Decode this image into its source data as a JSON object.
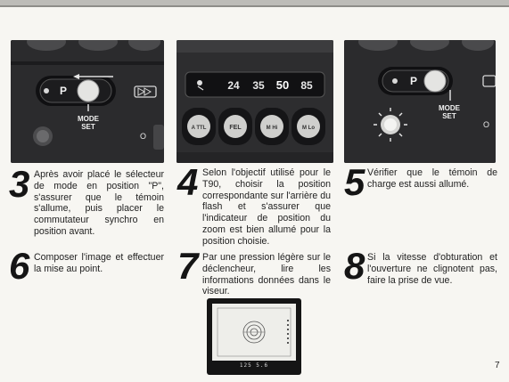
{
  "photos": {
    "p1": {
      "mode_letter": "P",
      "mode_label_1": "MODE",
      "mode_label_2": "SET",
      "lamp_letter": "O"
    },
    "p2": {
      "focal_lengths": [
        "24",
        "35",
        "50",
        "85"
      ],
      "buttons": [
        "A TTL",
        "FEL",
        "M Hi",
        "M Lo"
      ]
    },
    "p3": {
      "mode_letter": "P",
      "mode_label_1": "MODE",
      "mode_label_2": "SET",
      "lamp_letter": "O"
    }
  },
  "steps": [
    {
      "number": "3",
      "text": "Après avoir placé le sélecteur de mode en position \"P\", s'assurer que le témoin s'allume, puis placer le commutateur synchro en position avant."
    },
    {
      "number": "4",
      "text": "Selon l'objectif utilisé pour le T90, choisir la position correspondante sur l'arrière du flash et s'assurer que l'indicateur de position du zoom est bien allumé pour la position choisie."
    },
    {
      "number": "5",
      "text": "Vérifier que le témoin de charge est aussi allumé."
    },
    {
      "number": "6",
      "text": "Composer l'image et effectuer la mise au point."
    },
    {
      "number": "7",
      "text": "Par une pression légère sur le déclencheur, lire les informations données dans le viseur."
    },
    {
      "number": "8",
      "text": "Si la vitesse d'obturation et l'ouverture ne clignotent pas, faire la prise de vue."
    }
  ],
  "viewfinder": {
    "readout": "125 5.6"
  },
  "page_number": "7"
}
